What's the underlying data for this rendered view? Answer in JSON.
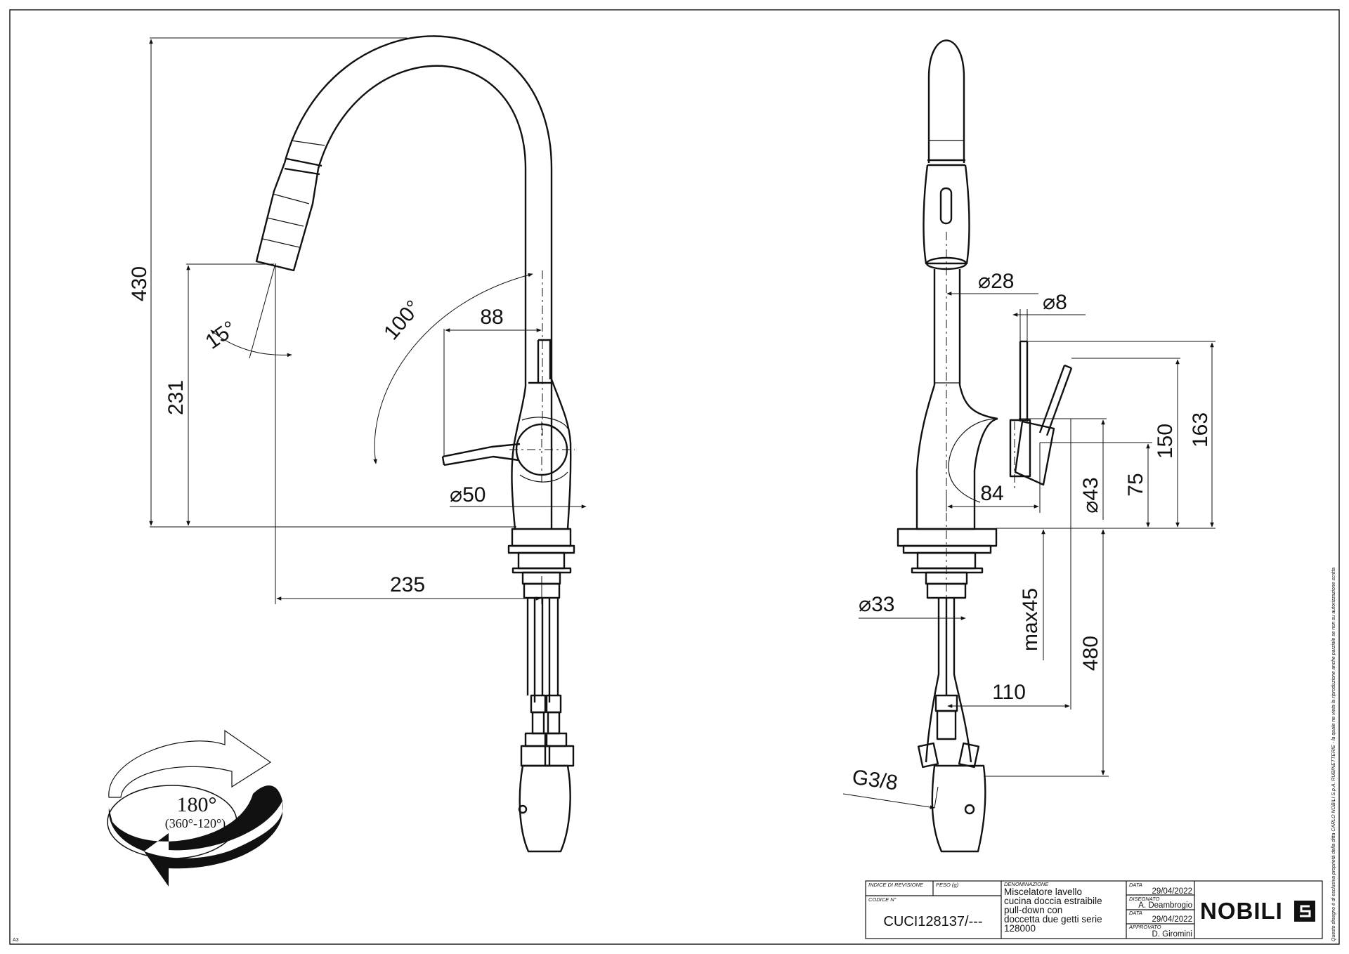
{
  "dimensions": {
    "front_height": "430",
    "front_spout_height": "231",
    "front_angle_15": "15°",
    "front_angle_100": "100°",
    "front_88": "88",
    "front_d50": "50",
    "front_reach": "235",
    "side_d28": "28",
    "side_d8": "8",
    "side_163": "163",
    "side_150": "150",
    "side_75": "75",
    "side_d43": "43",
    "side_84": "84",
    "side_d33": "33",
    "side_max45": "max45",
    "side_480": "480",
    "side_110": "110",
    "side_g38": "G3/8"
  },
  "rotation": {
    "main": "180°",
    "sub": "(360°-120°)"
  },
  "title_block": {
    "revision_label": "INDICE DI REVISIONE",
    "weight_label": "PESO (g)",
    "code_label": "CODICE N°",
    "code_value": "CUCI128137/---",
    "description_label": "DENOMINAZIONE",
    "description_lines": [
      "Miscelatore lavello",
      "cucina doccia estraibile",
      "pull-down con",
      "doccetta due getti serie",
      "128000"
    ],
    "date_label": "DATA",
    "date_value": "29/04/2022",
    "drawn_label": "DISEGNATO",
    "drawn_value": "A. Deambrogio",
    "date2_label": "DATA",
    "date2_value": "29/04/2022",
    "approved_label": "APPROVATO",
    "approved_value": "D. Giromini",
    "logo": "NOBILI"
  },
  "side_note": "Questo disegno è di esclusiva proprietà della ditta CARLO NOBILI S.p.A. RUBINETTERIE - la quale ne vieta la riproduzione anche parziale se non su autorizzazione scritta",
  "corner_code": "A3"
}
